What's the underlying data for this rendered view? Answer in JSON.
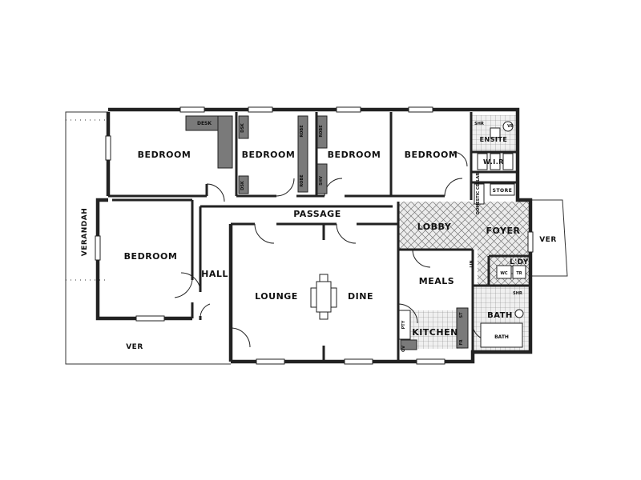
{
  "rooms": {
    "bedroom_1": "BEDROOM",
    "bedroom_2": "BEDROOM",
    "bedroom_3": "BEDROOM",
    "bedroom_4": "BEDROOM",
    "bedroom_5": "BEDROOM",
    "verandah": "VERANDAH",
    "ver_bottom": "VER",
    "ver_right": "VER",
    "hall": "HALL",
    "passage": "PASSAGE",
    "lounge": "LOUNGE",
    "dine": "DINE",
    "lobby": "LOBBY",
    "foyer": "FOYER",
    "meals": "MEALS",
    "kitchen": "KITCHEN",
    "ensuite": "ENSITE",
    "wir": "W.I.R",
    "store": "STORE",
    "ldy": "L'DY",
    "bath": "BATH"
  },
  "fixtures": {
    "desk": "DESK",
    "dsk_1": "DSK",
    "dsk_2": "DSK",
    "robe_1": "ROBE",
    "robe_2": "ROBE",
    "robe_3": "ROBE",
    "shv": "SHV",
    "bath_tub": "BATH",
    "shr_1": "SHR",
    "shr_2": "SHR",
    "vb": "VB",
    "tr": "TR",
    "wc": "WC",
    "cellar": "DOMESTIC CELLAR",
    "ov": "OV",
    "st": "ST",
    "fr": "FR",
    "pty": "PTY",
    "lin": "LIN"
  }
}
